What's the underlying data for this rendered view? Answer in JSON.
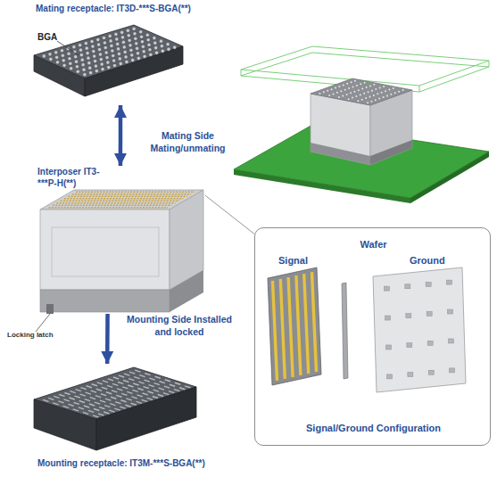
{
  "diagram": {
    "nodes": [
      {
        "text": [
          "Mating receptacle: IT3D-***S-BGA(**)"
        ]
      },
      {
        "text": [
          "Interposer IT3-***P-H(**)"
        ]
      },
      {
        "text": [
          "Mounting receptacle: IT3M-***S-BGA(**)"
        ]
      },
      {
        "text": [
          "Wafer",
          "Signal/Ground Configuration"
        ]
      }
    ],
    "edges": [
      {
        "from": 0,
        "to": 1,
        "arrow": "both",
        "label": "Mating Side Mating/unmating"
      },
      {
        "from": 1,
        "to": 2,
        "arrow": "to",
        "label": "Mounting Side Installed and locked"
      },
      {
        "from": 1,
        "to": 3,
        "arrow": "none"
      }
    ],
    "labels": [
      "BGA",
      "Locking latch",
      "Signal",
      "Ground"
    ]
  }
}
